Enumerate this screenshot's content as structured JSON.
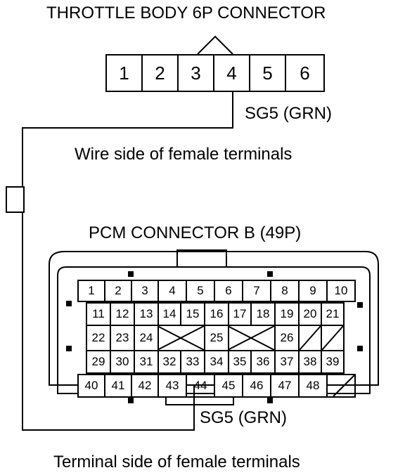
{
  "throttle_title": "THROTTLE BODY 6P CONNECTOR",
  "throttle_terminals": [
    "1",
    "2",
    "3",
    "4",
    "5",
    "6"
  ],
  "throttle_wire_label": "SG5 (GRN)",
  "throttle_side_label": "Wire side of female terminals",
  "pcm_title": "PCM CONNECTOR B (49P)",
  "pcm_rows": [
    [
      "1",
      "2",
      "3",
      "4",
      "5",
      "6",
      "7",
      "8",
      "9",
      "10"
    ],
    [
      "11",
      "12",
      "13",
      "14",
      "15",
      "16",
      "17",
      "18",
      "19",
      "20",
      "21"
    ],
    [
      "22",
      "23",
      "24",
      "",
      "25",
      "",
      "26",
      "",
      ""
    ],
    [
      "29",
      "30",
      "31",
      "32",
      "33",
      "34",
      "35",
      "36",
      "37",
      "38",
      "39"
    ],
    [
      "40",
      "41",
      "42",
      "43",
      "44",
      "45",
      "46",
      "47",
      "48",
      ""
    ]
  ],
  "pcm_wire_label": "SG5 (GRN)",
  "pcm_side_label": "Terminal side of female terminals"
}
